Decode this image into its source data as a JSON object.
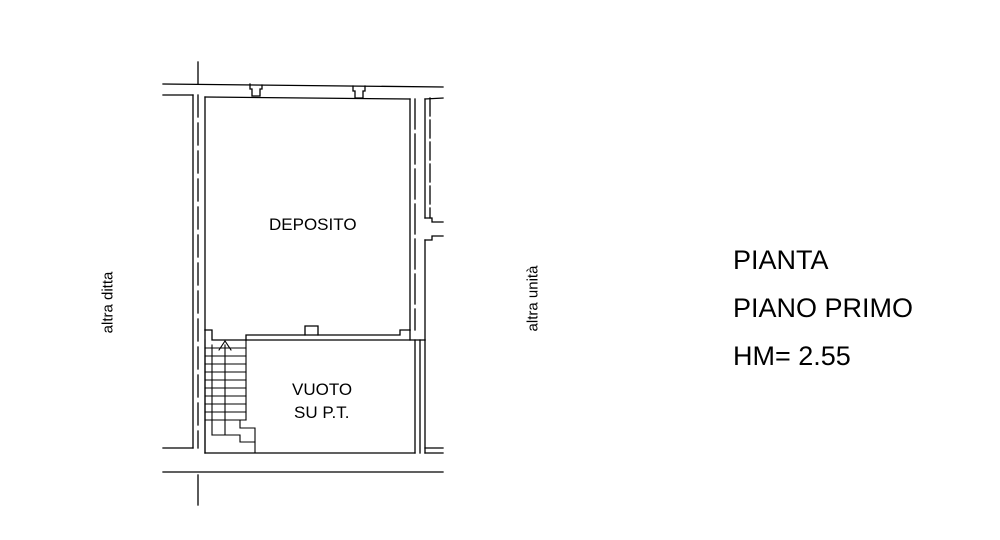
{
  "plan": {
    "rooms": {
      "deposito": "DEPOSITO",
      "vuoto_line1": "VUOTO",
      "vuoto_line2": "SU P.T."
    },
    "neighbors": {
      "left": "altra ditta",
      "right": "altra unità"
    }
  },
  "title": {
    "line1": "PIANTA",
    "line2": "PIANO PRIMO",
    "line3": "HM= 2.55"
  },
  "colors": {
    "lines": "#000000",
    "background": "#ffffff"
  }
}
